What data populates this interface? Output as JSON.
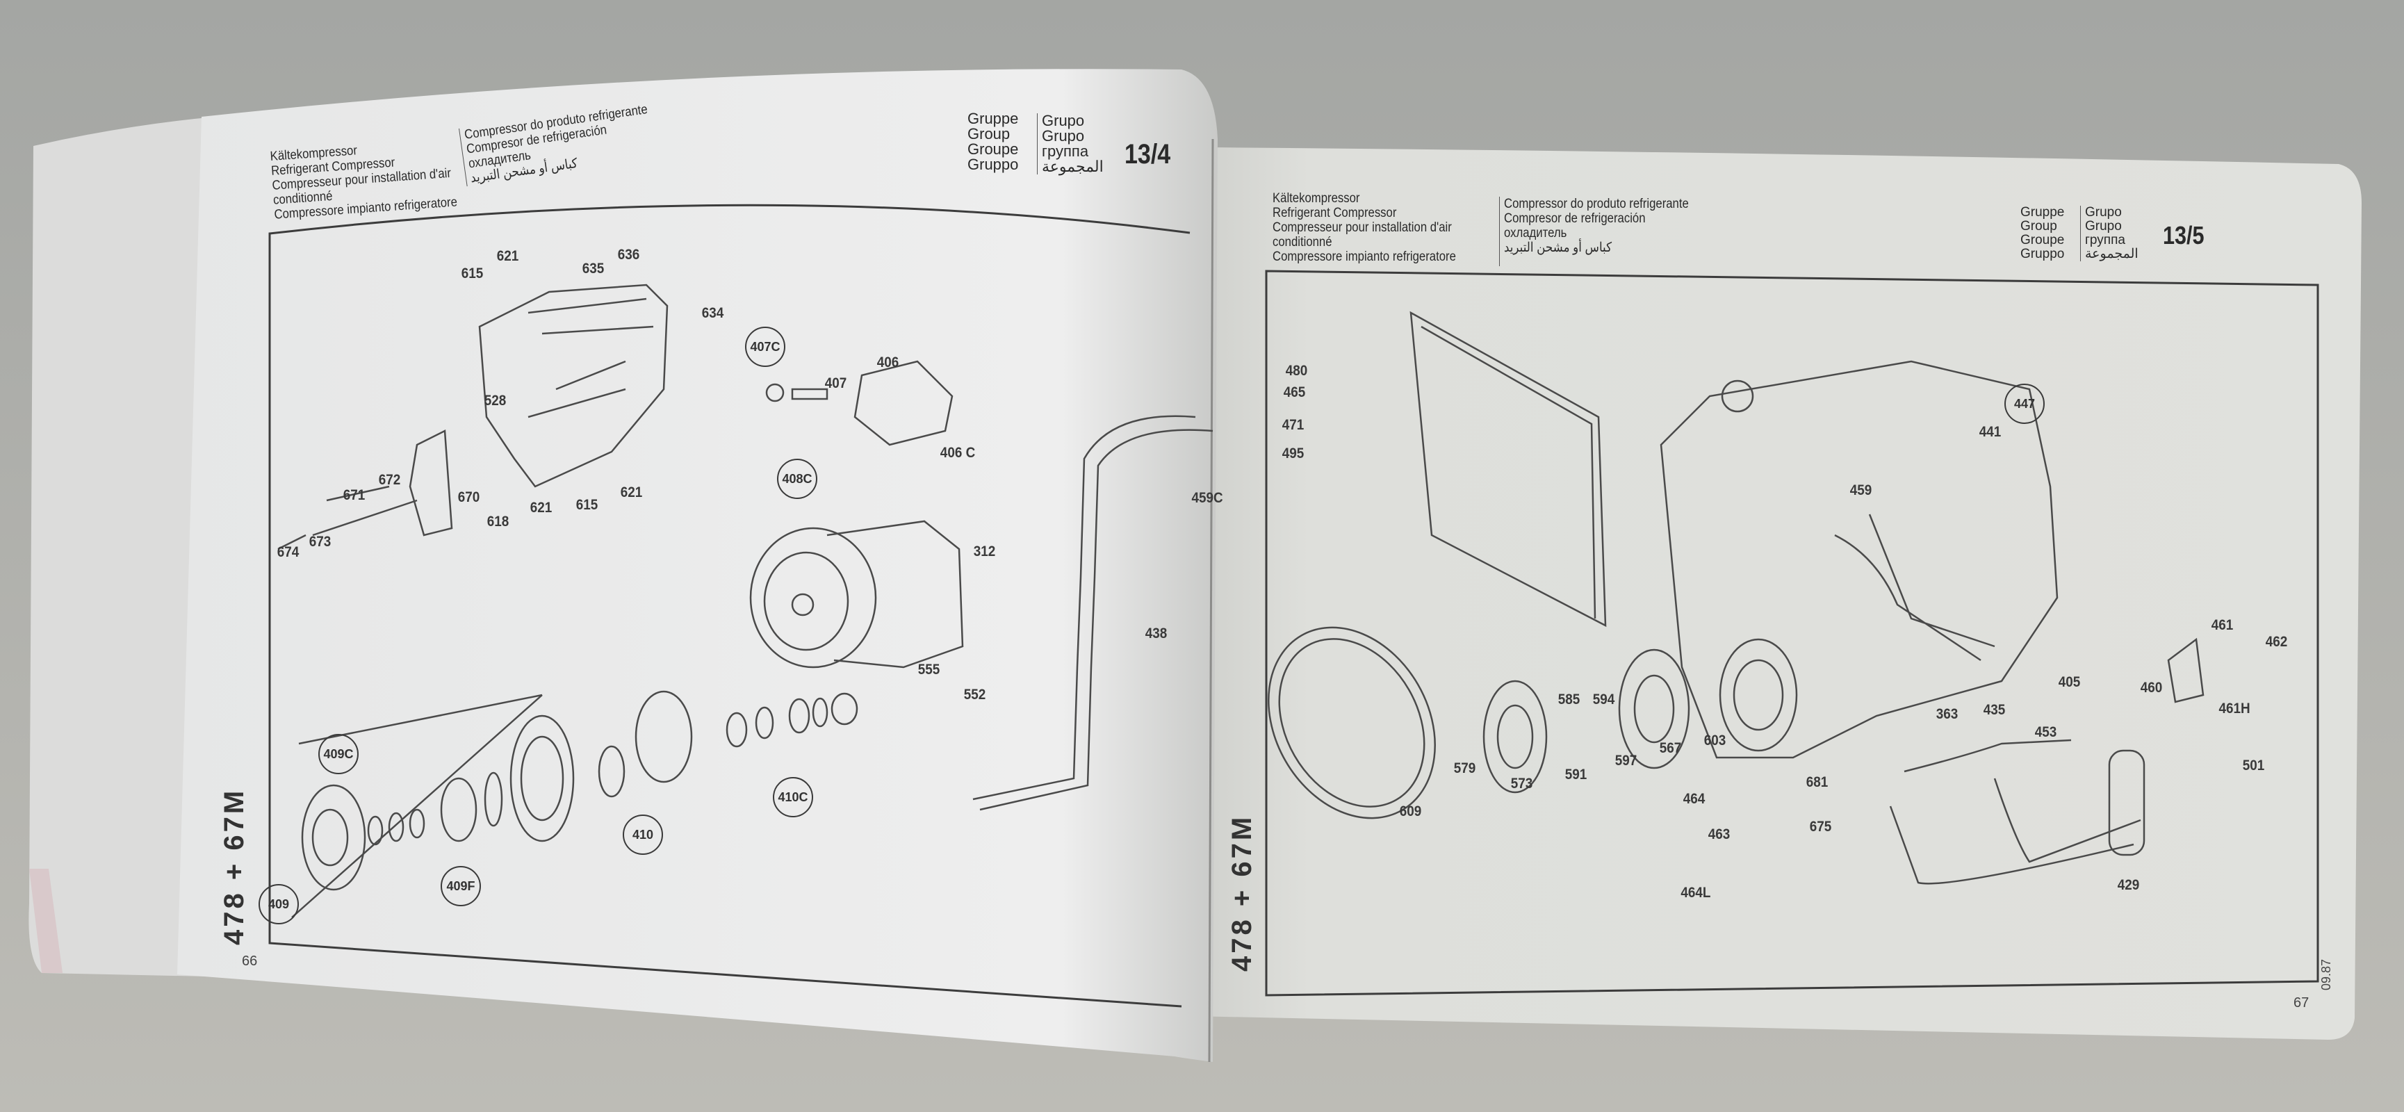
{
  "left_page": {
    "header": {
      "titles": [
        "Kältekompressor",
        "Refrigerant Compressor",
        "Compresseur pour installation d'air",
        "conditionné",
        "Compressore impianto refrigeratore"
      ],
      "titles_alt": [
        "Compressor do produto refrigerante",
        "Compresor de refrigeración",
        "охладитель",
        "كباس أو مشحن التبريد"
      ],
      "group_labels": [
        "Gruppe",
        "Group",
        "Groupe",
        "Gruppo"
      ],
      "group_labels_alt": [
        "Grupo",
        "Grupo",
        "группа",
        "المجموعة"
      ],
      "group_number": "13/4"
    },
    "model_code": "478 + 67M",
    "page_number": "66",
    "callouts": [
      "615",
      "621",
      "635",
      "636",
      "634",
      "528",
      "672",
      "671",
      "670",
      "618",
      "621",
      "615",
      "621",
      "673",
      "674",
      "406",
      "407",
      "406 C",
      "312",
      "555",
      "552",
      "438",
      "459C"
    ],
    "circled_callouts": [
      "407C",
      "408C",
      "409C",
      "409F",
      "409",
      "410",
      "410C"
    ]
  },
  "right_page": {
    "header": {
      "titles": [
        "Kältekompressor",
        "Refrigerant Compressor",
        "Compresseur pour installation d'air",
        "conditionné",
        "Compressore impianto refrigeratore"
      ],
      "titles_alt": [
        "Compressor do produto refrigerante",
        "Compresor de refrigeración",
        "охладитель",
        "كباس أو مشحن التبريد"
      ],
      "group_labels": [
        "Gruppe",
        "Group",
        "Groupe",
        "Gruppo"
      ],
      "group_labels_alt": [
        "Grupo",
        "Grupo",
        "группа",
        "المجموعة"
      ],
      "group_number": "13/5"
    },
    "model_code": "478 + 67M",
    "page_number": "67",
    "date_code": "09.87",
    "callouts": [
      "480",
      "465",
      "471",
      "495",
      "441",
      "459",
      "405",
      "461",
      "462",
      "460",
      "461H",
      "363",
      "435",
      "453",
      "501",
      "429",
      "585",
      "594",
      "579",
      "573",
      "591",
      "597",
      "567",
      "603",
      "609",
      "681",
      "675",
      "464",
      "463",
      "464L"
    ],
    "circled_callouts": [
      "447"
    ]
  }
}
